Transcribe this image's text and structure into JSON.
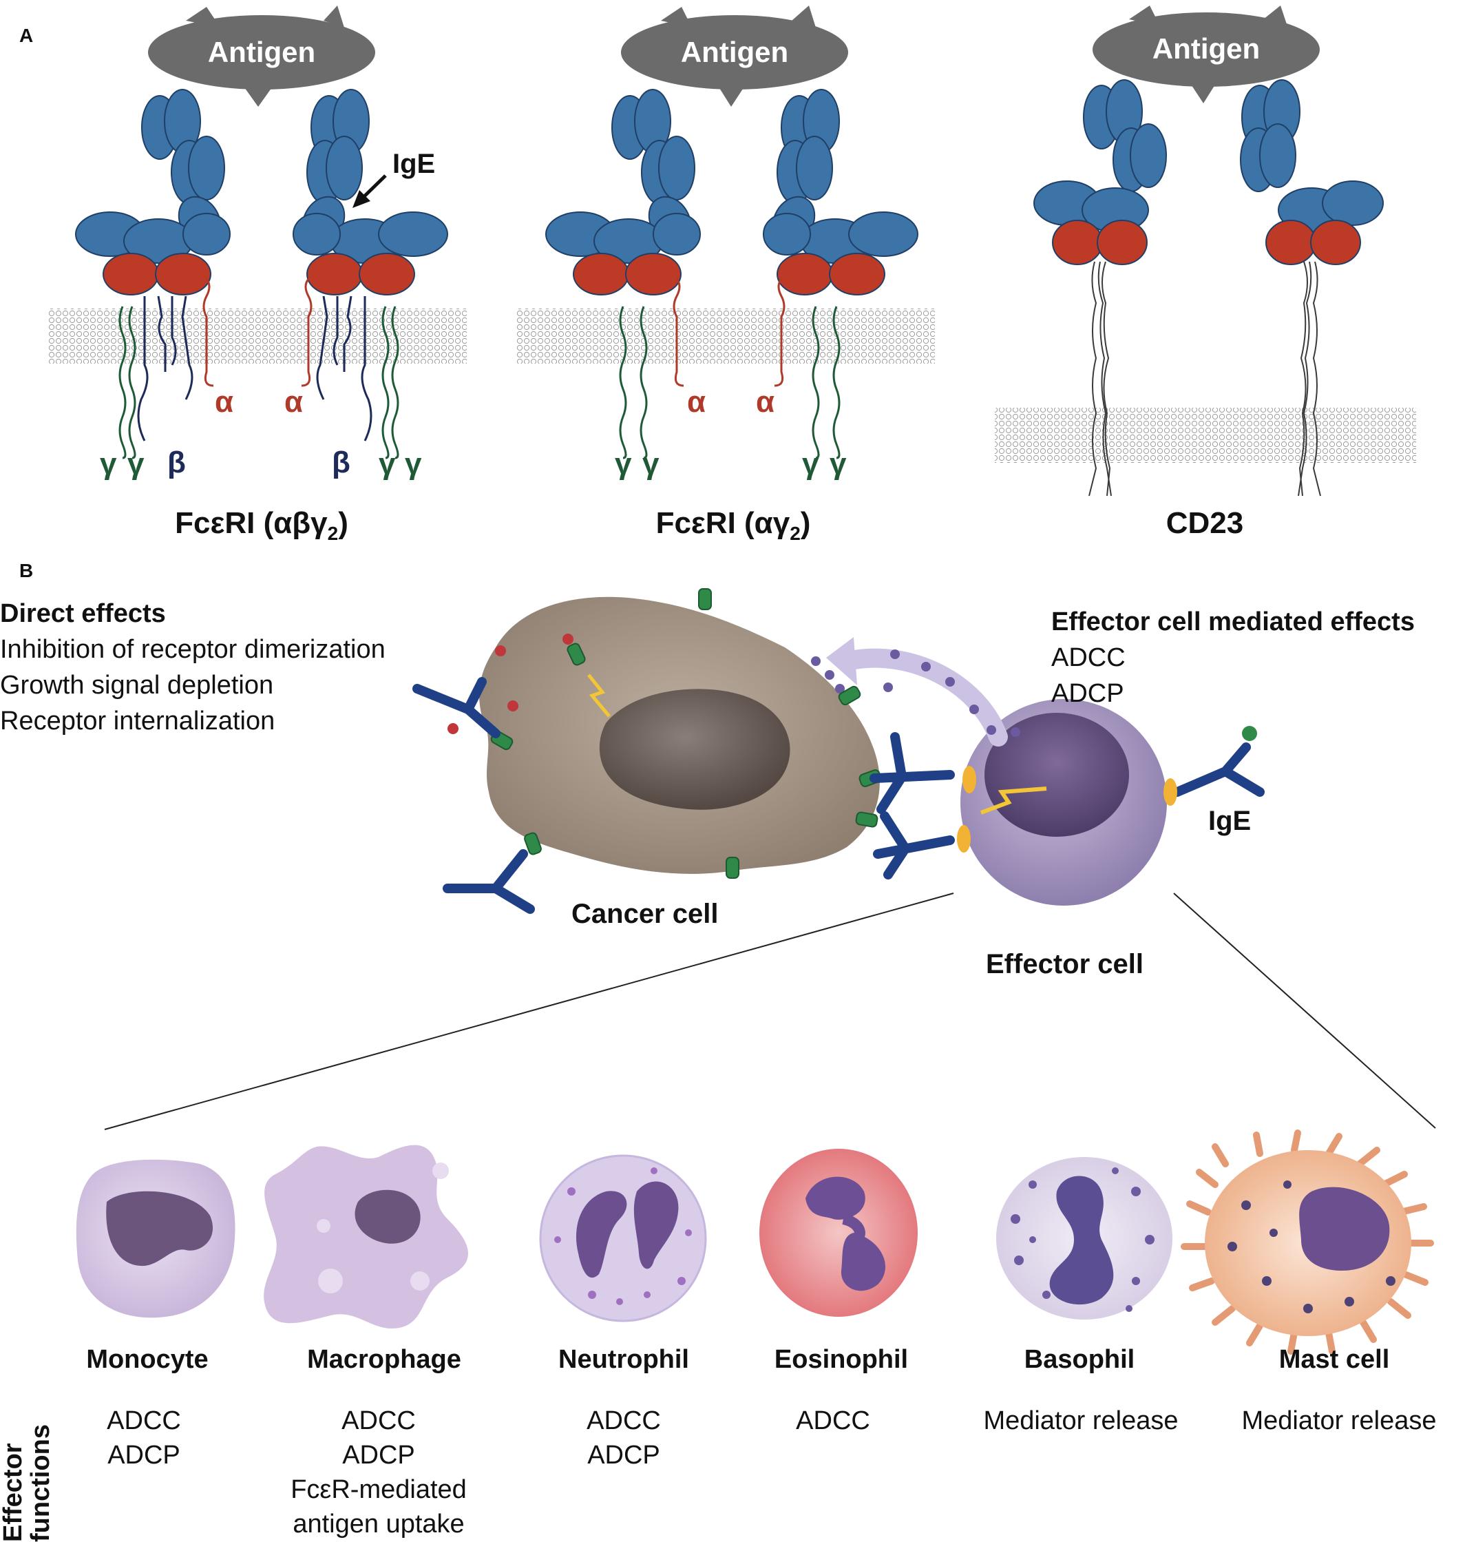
{
  "panels": {
    "a": "A",
    "b": "B"
  },
  "panel_a": {
    "antigen_label": "Antigen",
    "ige_label": "IgE",
    "alpha": "α",
    "beta": "β",
    "gamma": "γ",
    "receptors": [
      {
        "title": "FcεRI  (αβγ",
        "sub": "2",
        "close": ")"
      },
      {
        "title": "FcεRI  (αγ",
        "sub": "2",
        "close": ")"
      },
      {
        "title": "CD23",
        "sub": "",
        "close": ""
      }
    ]
  },
  "panel_b": {
    "direct_effects": {
      "title": "Direct effects",
      "items": [
        "Inhibition of receptor dimerization",
        "Growth signal depletion",
        "Receptor internalization"
      ]
    },
    "effector_effects": {
      "title": "Effector cell mediated effects",
      "items": [
        "ADCC",
        "ADCP"
      ]
    },
    "cancer_cell": "Cancer cell",
    "effector_cell": "Effector cell",
    "ige": "IgE",
    "effector_functions_label": [
      "Effector",
      "functions"
    ],
    "cells": [
      {
        "name": "Monocyte",
        "functions": [
          "ADCC",
          "ADCP"
        ]
      },
      {
        "name": "Macrophage",
        "functions": [
          "ADCC",
          "ADCP",
          "FcεR-mediated",
          "antigen uptake"
        ]
      },
      {
        "name": "Neutrophil",
        "functions": [
          "ADCC",
          "ADCP"
        ]
      },
      {
        "name": "Eosinophil",
        "functions": [
          "ADCC"
        ]
      },
      {
        "name": "Basophil",
        "functions": [
          "Mediator release"
        ]
      },
      {
        "name": "Mast cell",
        "functions": [
          "Mediator release"
        ]
      }
    ]
  },
  "colors": {
    "antigen": "#6b6b6b",
    "ig_domain": "#3d74a8",
    "fc_receptor": "#bd3a27",
    "gamma_chain": "#1f5a36",
    "beta_chain": "#1e2a5a",
    "cancer_cell": "#a89888",
    "effector_cell": "#9a8ab8",
    "ige_antibody": "#1f3f86",
    "receptor_on_cancer": "#2f8a4a",
    "fc_receptor_on_effector": "#f2b233"
  }
}
